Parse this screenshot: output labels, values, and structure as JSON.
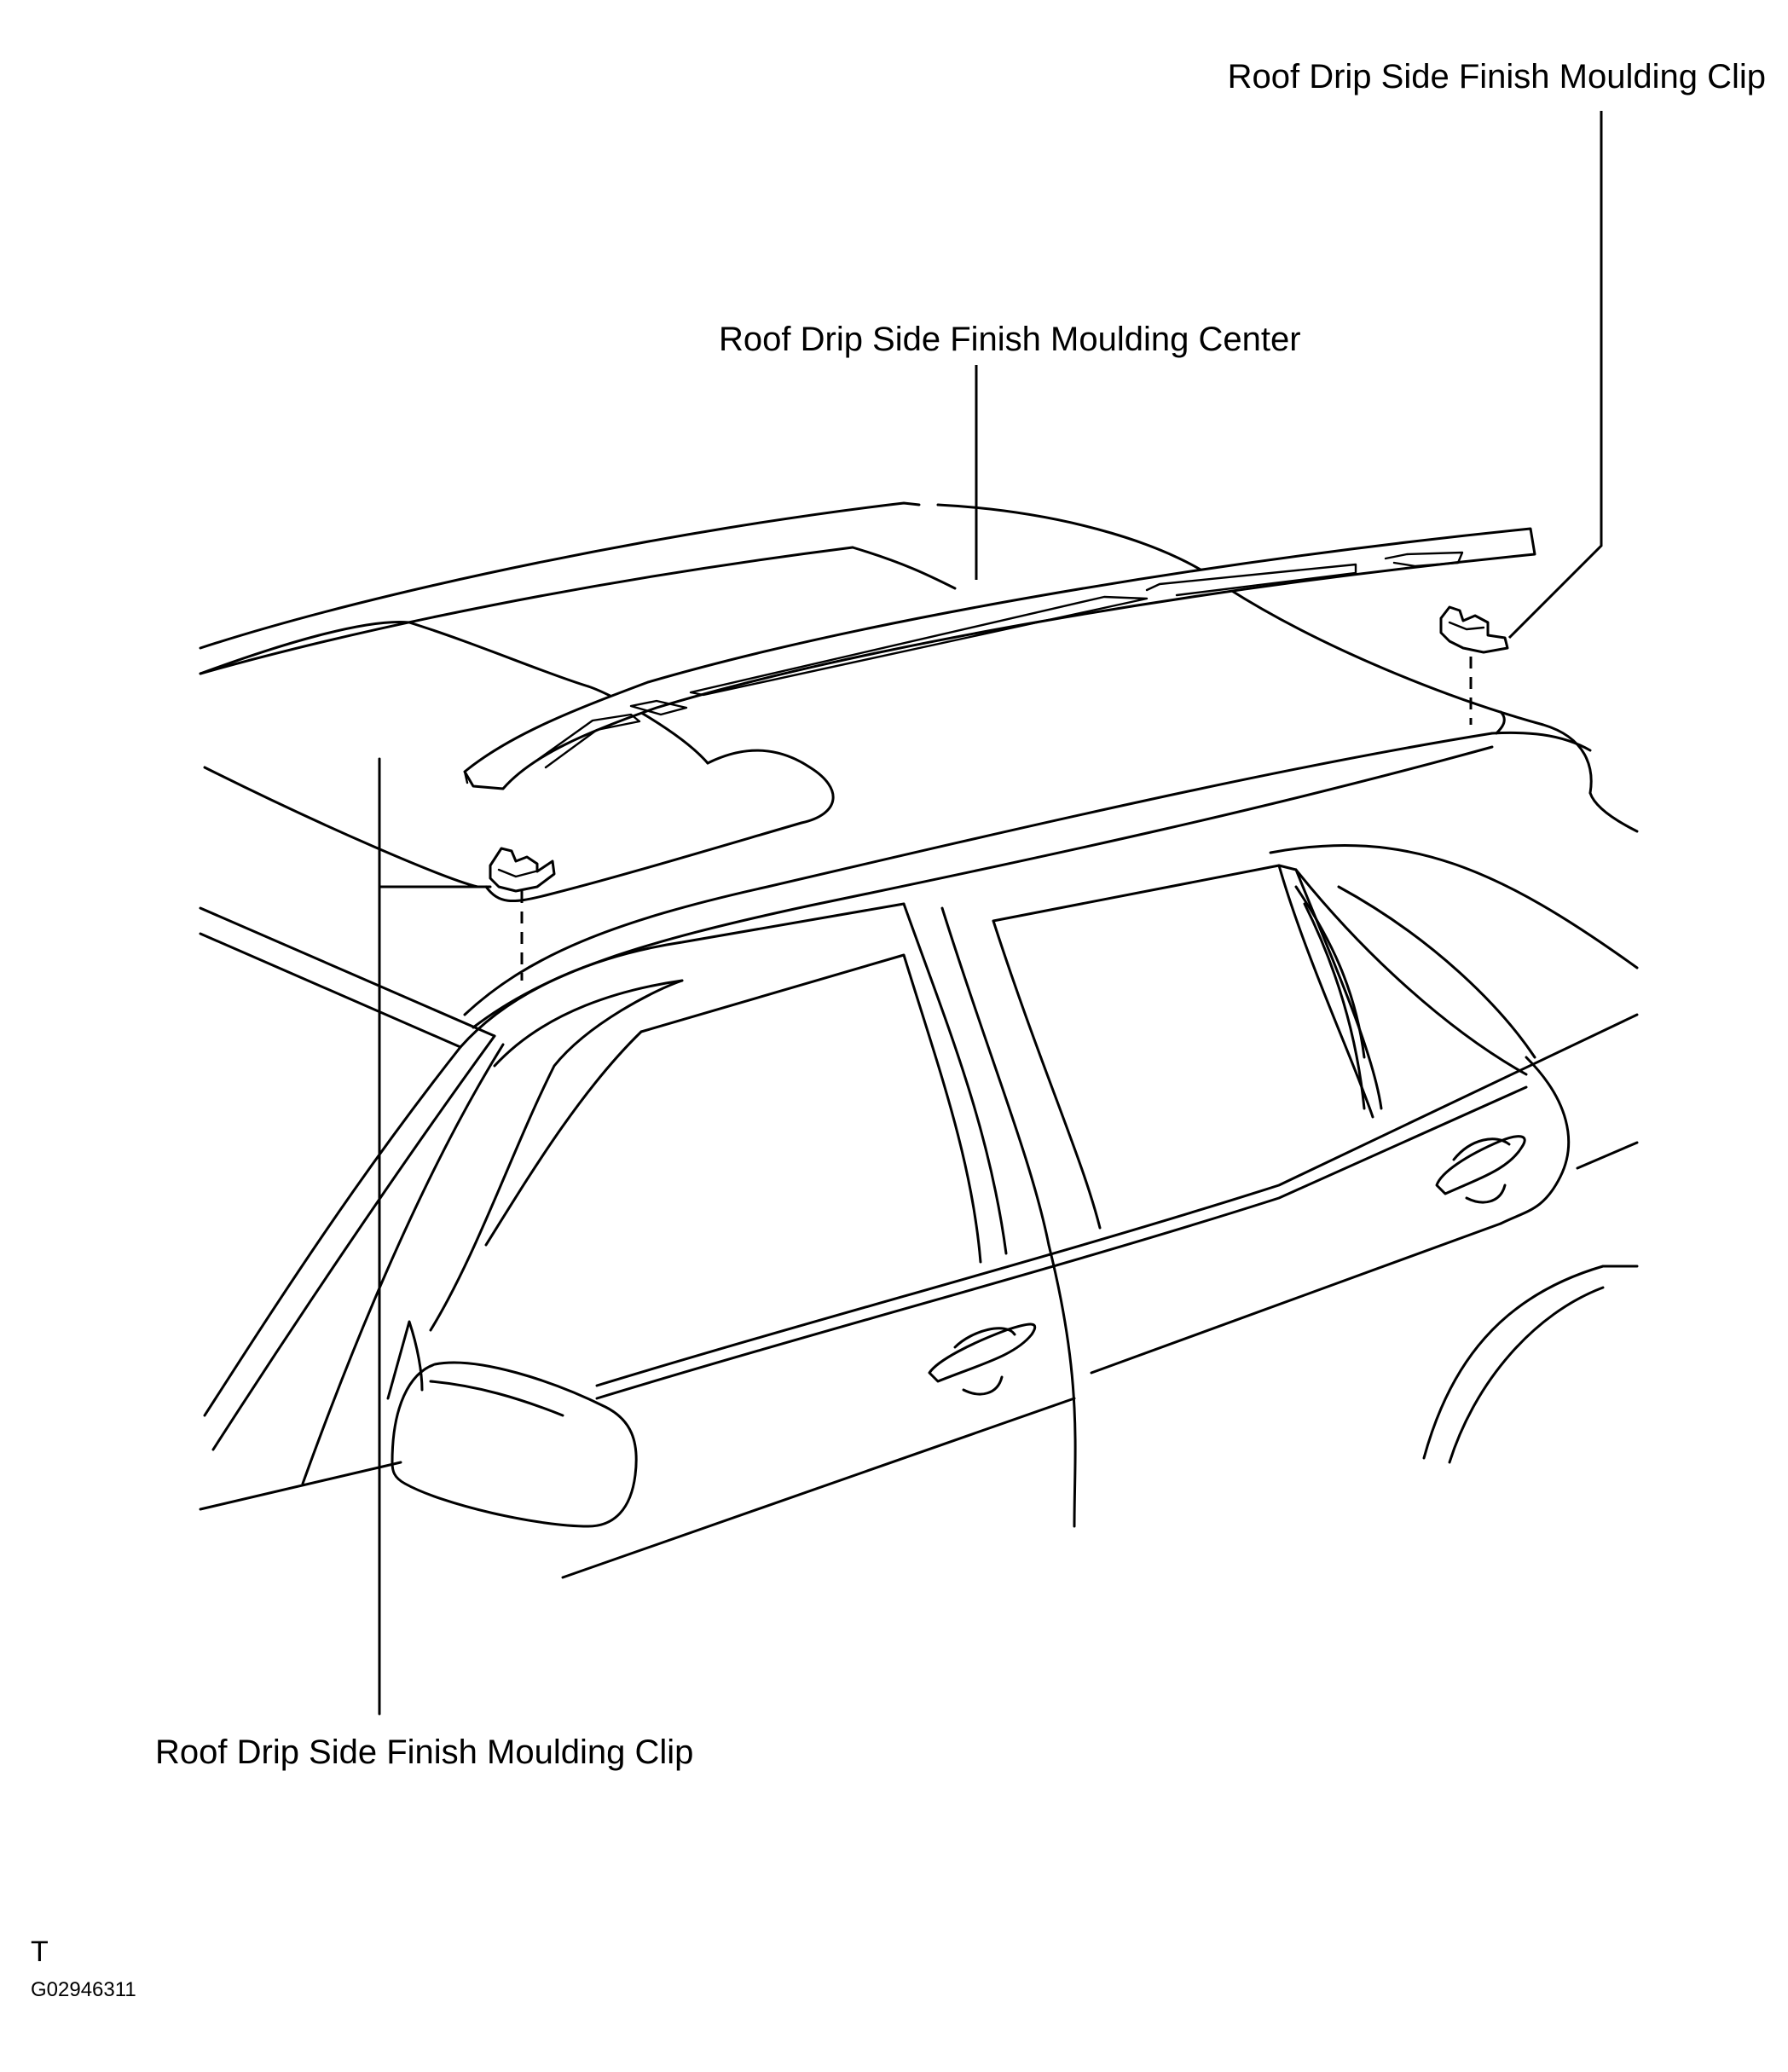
{
  "callouts": {
    "clip_top": "Roof Drip Side Finish Moulding Clip",
    "center": "Roof Drip Side Finish Moulding Center",
    "clip_bottom": "Roof Drip Side Finish Moulding Clip"
  },
  "footer": {
    "view_code": "T",
    "figure_id": "G02946311"
  }
}
